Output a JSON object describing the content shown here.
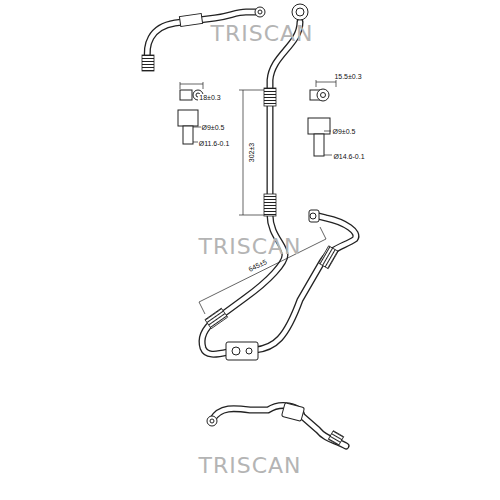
{
  "diagram": {
    "labels": [
      "TRISCAN",
      "18±0.3",
      "Ø9±0.5",
      "Ø11.6-0.1",
      "15.5±0.3",
      "Ø9±0.5",
      "Ø14.6-0.1",
      "302±3",
      "645±5",
      "TRISCAN",
      "TRISCAN"
    ]
  }
}
